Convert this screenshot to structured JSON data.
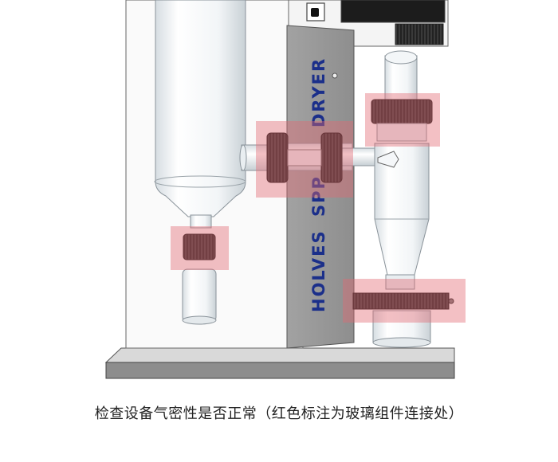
{
  "panel": {
    "brand_vertical": "HOLVES",
    "model_vertical": "SPP",
    "type_vertical": "DRYER"
  },
  "caption": "检查设备气密性是否正常（红色标注为玻璃组件连接处）",
  "colors": {
    "highlight": "#e26a73",
    "panel_text": "#1b2f8a",
    "panel_grey": "#9c9c9c",
    "base_grey": "#8d8d8d"
  }
}
